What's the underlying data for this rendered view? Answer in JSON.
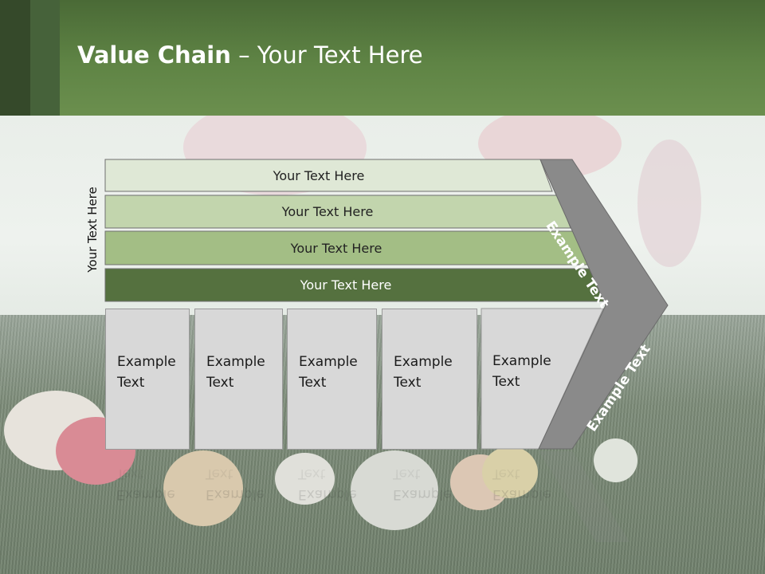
{
  "title": {
    "bold": "Value Chain",
    "rest": " – Your Text Here"
  },
  "side_label": "Your Text Here",
  "banners": [
    {
      "label": "Your Text Here",
      "fill": "#dfe8d6",
      "text_color": "#222222"
    },
    {
      "label": "Your Text Here",
      "fill": "#c2d5ad",
      "text_color": "#222222"
    },
    {
      "label": "Your Text Here",
      "fill": "#a3be85",
      "text_color": "#222222"
    },
    {
      "label": "Your Text Here",
      "fill": "#55713f",
      "text_color": "#ffffff"
    }
  ],
  "boxes": [
    {
      "line1": "Example",
      "line2": "Text"
    },
    {
      "line1": "Example",
      "line2": "Text"
    },
    {
      "line1": "Example",
      "line2": "Text"
    },
    {
      "line1": "Example",
      "line2": "Text"
    },
    {
      "line1": "Example",
      "line2": "Text"
    }
  ],
  "chevron": {
    "upper_text": "Example Text",
    "lower_text": "Example Text",
    "fill": "#8a8a8a"
  },
  "colors": {
    "header": "#5f8445",
    "header_dark": "#35492a",
    "box_fill": "#d8d8d8"
  }
}
